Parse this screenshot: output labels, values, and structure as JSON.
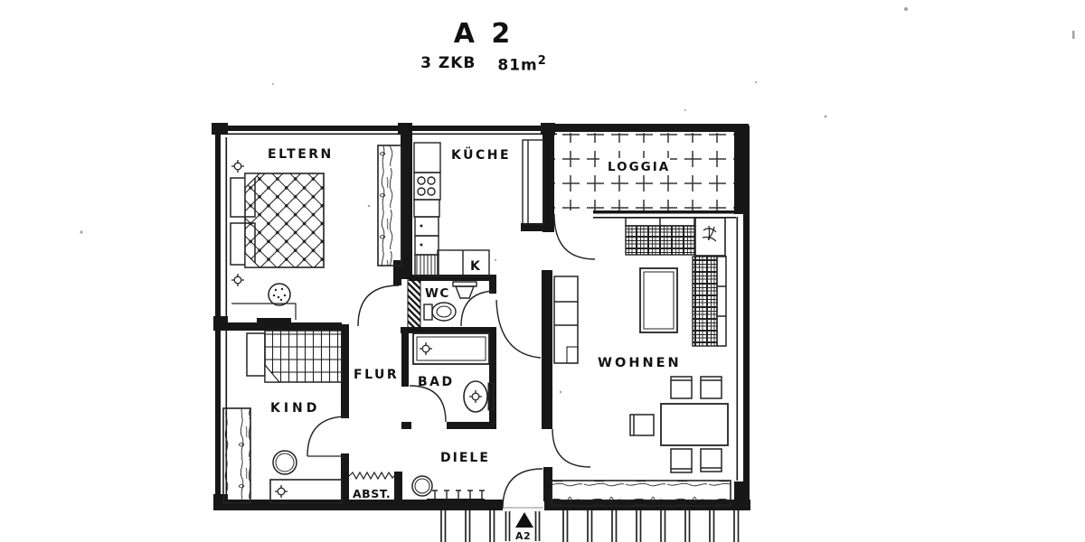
{
  "header": {
    "title": "A 2",
    "spec": "3 ZKB",
    "area": "81m",
    "area_exp": "2"
  },
  "rooms": {
    "eltern": "ELTERN",
    "kueche": "KÜCHE",
    "loggia": "LOGGIA",
    "wohnen": "WOHNEN",
    "kind": "KIND",
    "flur": "FLUR",
    "bad": "BAD",
    "wc": "WC",
    "diele": "DIELE",
    "abst": "ABST.",
    "k": "K"
  },
  "entrance": {
    "label": "A2"
  },
  "colors": {
    "ink": "#1a1a1a",
    "paper": "#ffffff"
  }
}
